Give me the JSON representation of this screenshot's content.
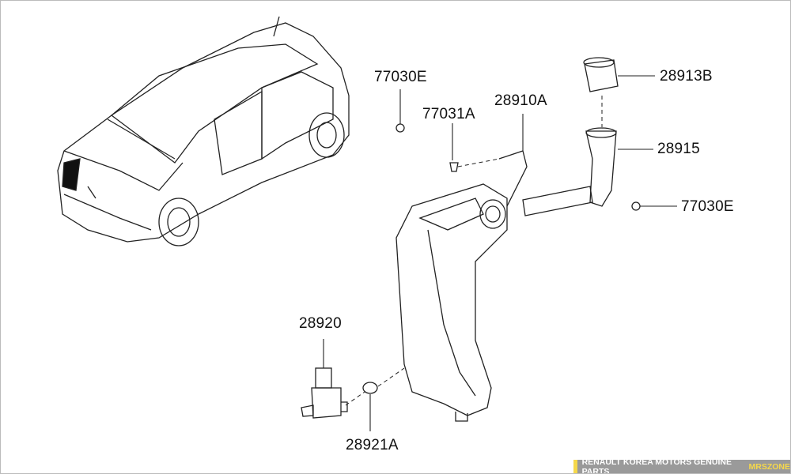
{
  "labels": {
    "p77030E_a": "77030E",
    "p77031A": "77031A",
    "p28910A": "28910A",
    "p28913B": "28913B",
    "p28915": "28915",
    "p77030E_b": "77030E",
    "p28920": "28920",
    "p28921A": "28921A"
  },
  "footer": {
    "text": "RENAULT KOREA MOTORS GENUINE PARTS",
    "brand": "MRSZONE"
  },
  "colors": {
    "footer_bg": "#9a9a9a",
    "accent": "#f5d84a"
  }
}
